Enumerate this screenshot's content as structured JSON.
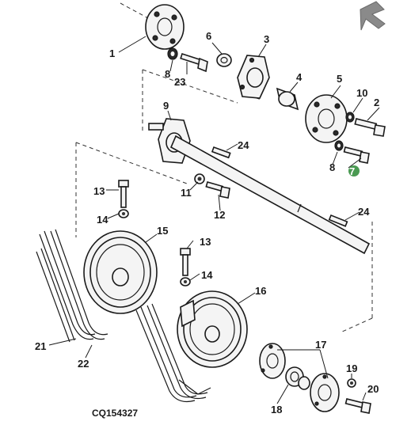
{
  "drawing_id": "CQ154327",
  "highlight_color": "#4a9a52",
  "callouts": {
    "c1": "1",
    "c2": "2",
    "c3": "3",
    "c4": "4",
    "c5": "5",
    "c6": "6",
    "c7": "7",
    "c8a": "8",
    "c8b": "8",
    "c9": "9",
    "c10": "10",
    "c11": "11",
    "c12": "12",
    "c13a": "13",
    "c13b": "13",
    "c14a": "14",
    "c14b": "14",
    "c15": "15",
    "c16": "16",
    "c17": "17",
    "c18": "18",
    "c19": "19",
    "c20": "20",
    "c21": "21",
    "c22": "22",
    "c23": "23",
    "c24a": "24",
    "c24b": "24"
  },
  "icons": {
    "orientation_arrow": "arrow-icon"
  }
}
